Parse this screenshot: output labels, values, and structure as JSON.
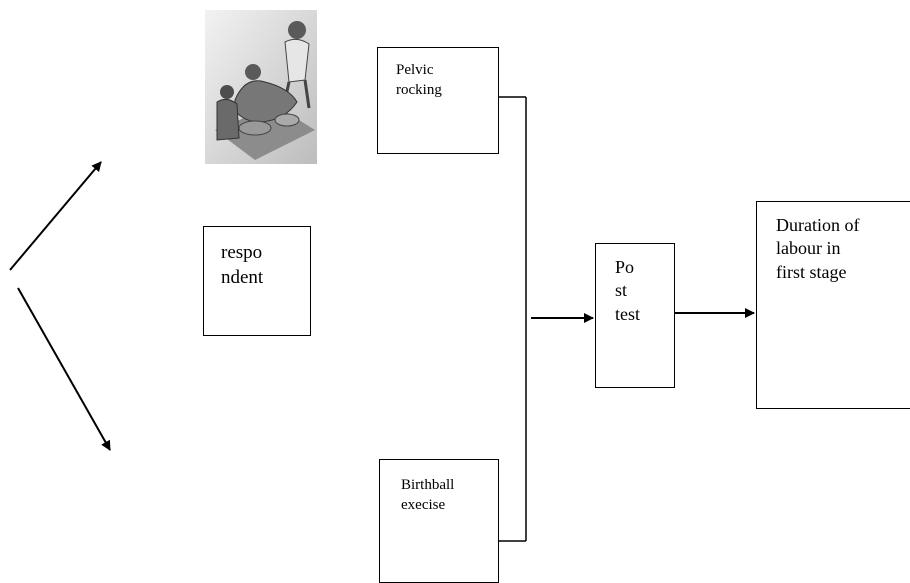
{
  "diagram": {
    "respondent_box": {
      "label": "respo\nndent"
    },
    "pelvic_box": {
      "label": "Pelvic\nrocking"
    },
    "birthball_box": {
      "label": "Birthball\nexecise"
    },
    "posttest_box": {
      "label": "Po\nst\ntest"
    },
    "outcome_box": {
      "label": "Duration of\nlabour in\nfirst stage"
    }
  },
  "colors": {
    "stroke": "#000000",
    "background": "#ffffff"
  },
  "illustration": {
    "icon": "pelvic-rocking-illustration"
  }
}
